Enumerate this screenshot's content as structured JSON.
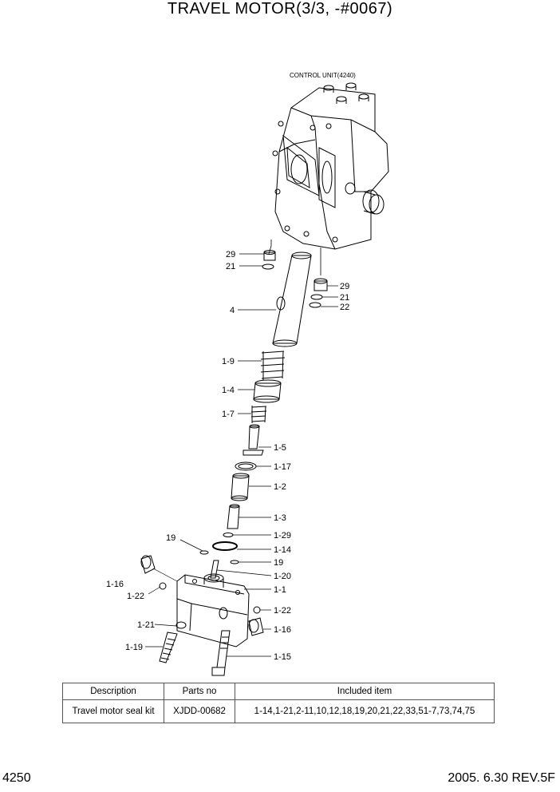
{
  "title": "TRAVEL MOTOR(3/3, -#0067)",
  "control_unit_label": "CONTROL UNIT(4240)",
  "callouts": [
    "29",
    "21",
    "29",
    "21",
    "22",
    "4",
    "1-9",
    "1-4",
    "1-7",
    "1-5",
    "1-17",
    "1-2",
    "1-3",
    "1-29",
    "19",
    "1-14",
    "19",
    "1-20",
    "1-1",
    "1-16",
    "1-22",
    "1-22",
    "1-21",
    "1-16",
    "1-19",
    "1-15"
  ],
  "table": {
    "headers": [
      "Description",
      "Parts no",
      "Included item"
    ],
    "rows": [
      [
        "Travel motor seal kit",
        "XJDD-00682",
        "1-14,1-21,2-11,10,12,18,19,20,21,22,33,51-7,73,74,75"
      ]
    ]
  },
  "footer": {
    "page_number": "4250",
    "date_rev": "2005. 6.30  REV.5F"
  }
}
